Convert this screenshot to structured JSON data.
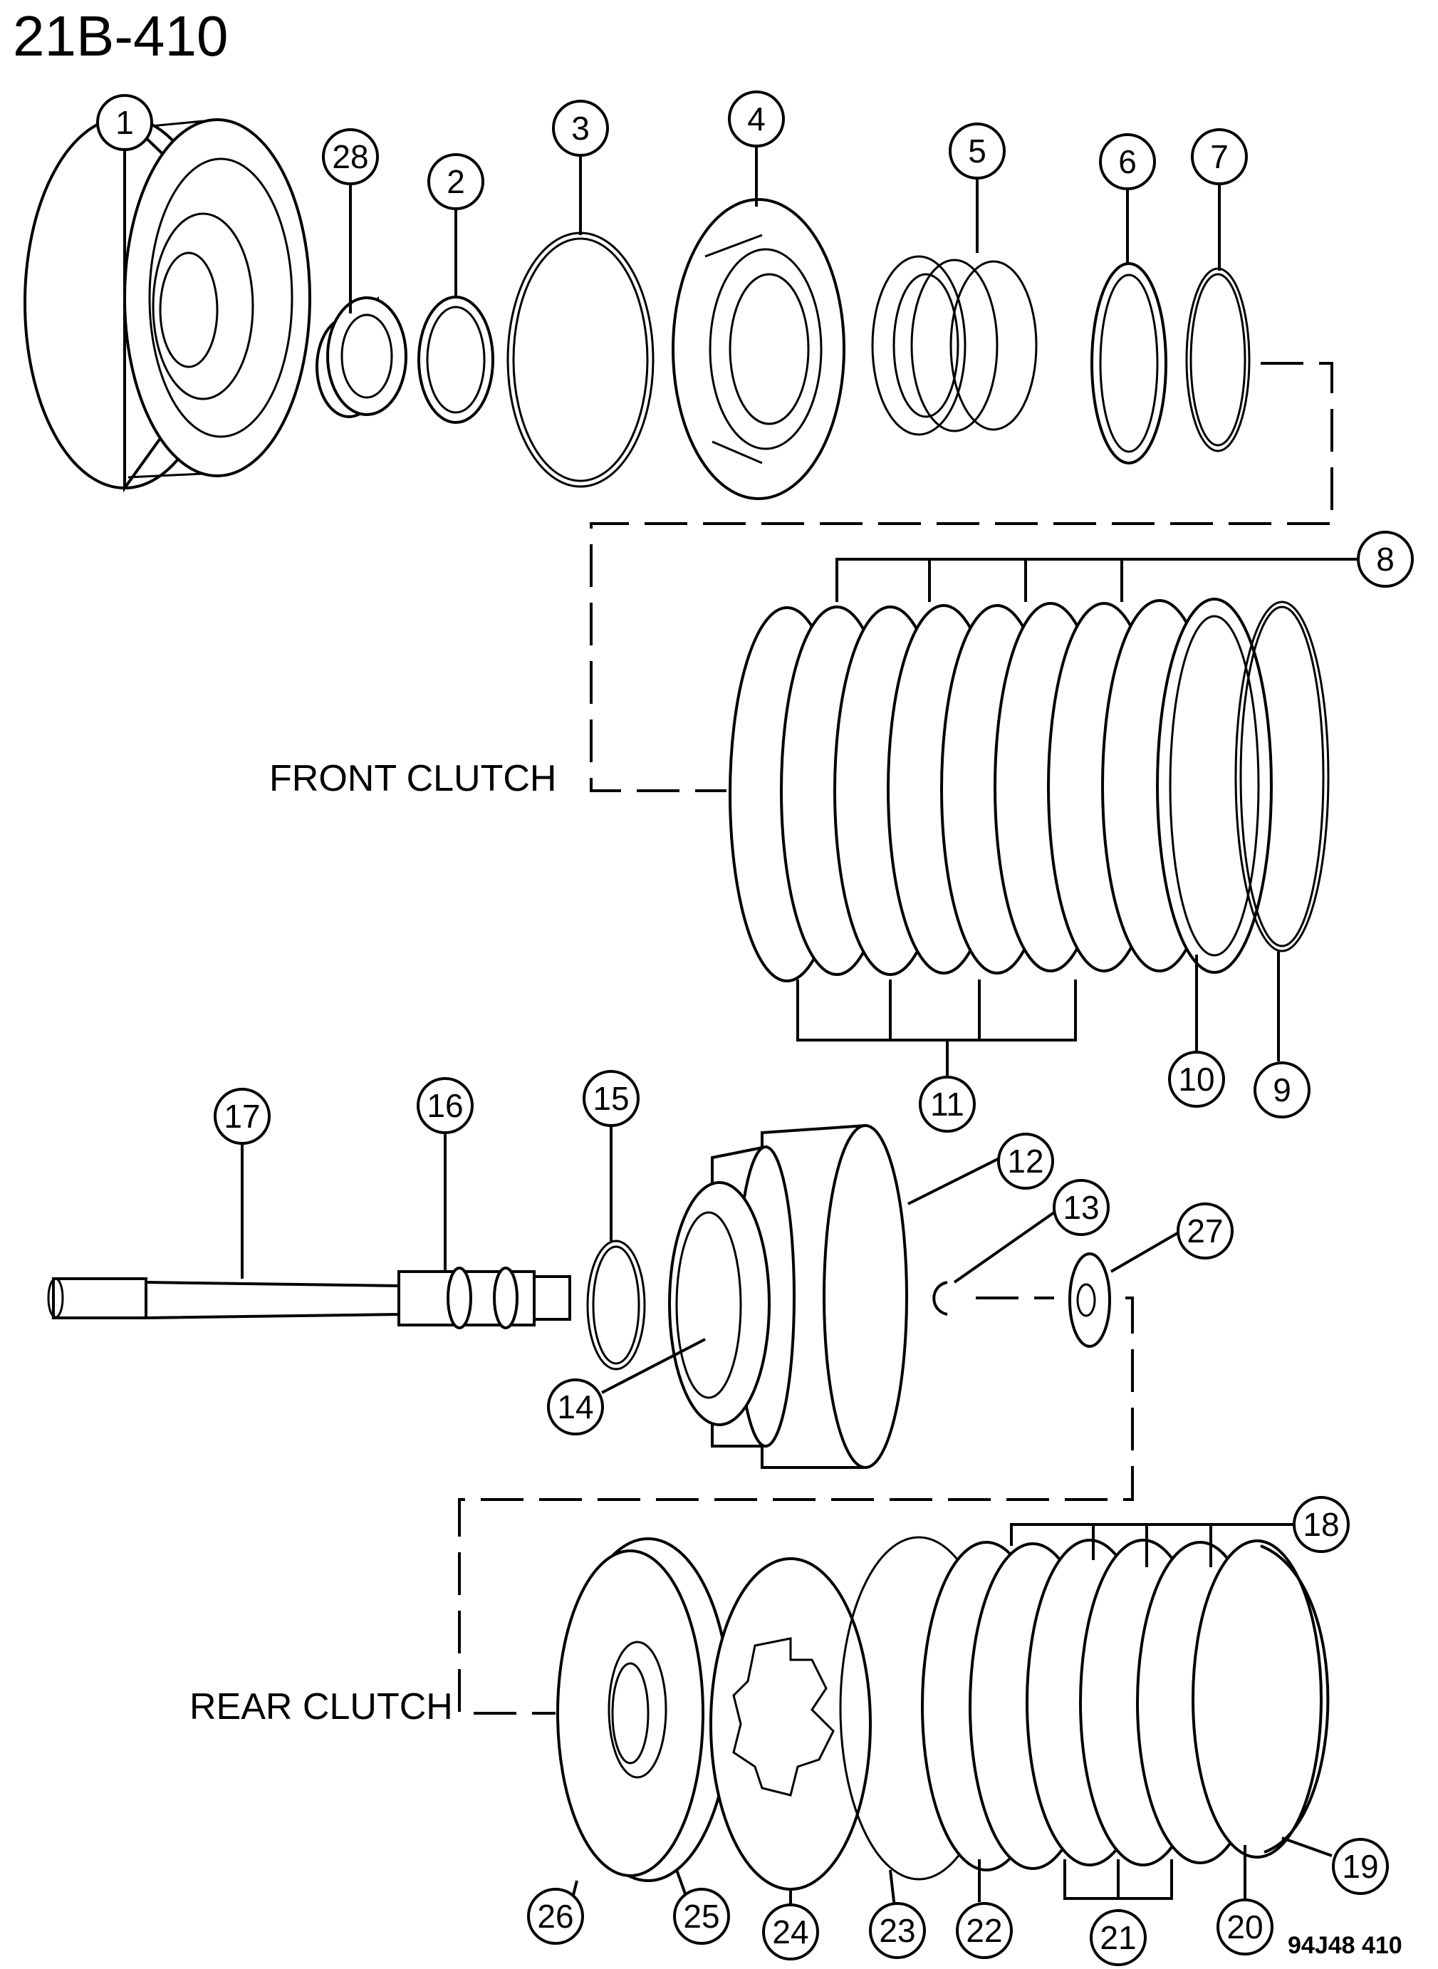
{
  "page_code": "21B-410",
  "figure_code": "94J48 410",
  "group_labels": {
    "front": "FRONT CLUTCH",
    "rear": "REAR CLUTCH"
  },
  "callouts": [
    "1",
    "28",
    "2",
    "3",
    "4",
    "5",
    "6",
    "7",
    "8",
    "9",
    "10",
    "11",
    "12",
    "13",
    "27",
    "15",
    "16",
    "17",
    "14",
    "18",
    "19",
    "20",
    "21",
    "22",
    "23",
    "24",
    "25",
    "26"
  ]
}
